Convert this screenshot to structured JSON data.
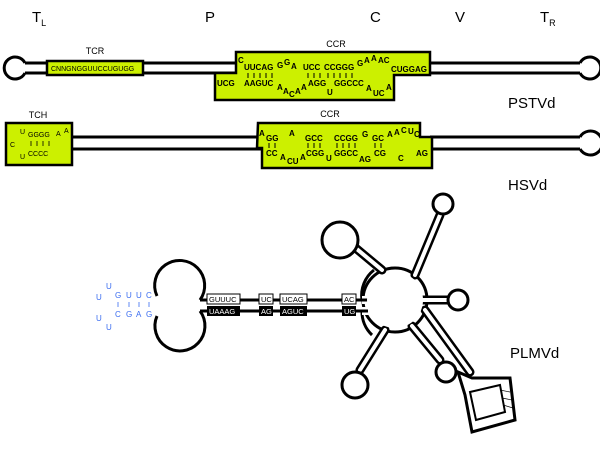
{
  "domains": {
    "tl": "T",
    "tl_sub": "L",
    "p": "P",
    "c": "C",
    "v": "V",
    "tr": "T",
    "tr_sub": "R"
  },
  "pstvd": {
    "name": "PSTVd",
    "tcr_label": "TCR",
    "tcr_seq": "CNNGNGGUUCCUGUGG",
    "ccr_label": "CCR",
    "top": [
      "C",
      "UUCAG",
      "G",
      "G",
      "A",
      "UCC",
      "CCGGG",
      "G",
      "A",
      "A",
      "AC",
      "CUGGAG"
    ],
    "bottom": [
      "UCG",
      "AAGUC",
      "A",
      "A",
      "C",
      "A",
      "A",
      "AGG",
      "U",
      "GGCCC",
      "A",
      "UC",
      "A"
    ]
  },
  "hsvd": {
    "name": "HSVd",
    "tch_label": "TCH",
    "ccr_label": "CCR",
    "tch": [
      "U",
      "GGGG",
      "A",
      "A",
      "C",
      "U",
      "CCCC"
    ],
    "top": [
      "A",
      "GG",
      "A",
      "GCC",
      "CCGG",
      "G",
      "GC",
      "A",
      "A",
      "C",
      "U",
      "C"
    ],
    "bottom": [
      "CC",
      "A",
      "CU",
      "A",
      "CGG",
      "U",
      "GGCC",
      "AG",
      "CG",
      "C",
      "AG"
    ]
  },
  "plmvd": {
    "name": "PLMVd",
    "hairpin_top": [
      "G",
      "U",
      "U",
      "C"
    ],
    "hairpin_bottom": [
      "C",
      "G",
      "A",
      "G"
    ],
    "loop": [
      "U",
      "U",
      "U",
      "U"
    ],
    "boxes_top": [
      "GUUUC",
      "UC",
      "UCAG",
      "AC"
    ],
    "boxes_bottom": [
      "UAAAG",
      "AG",
      "AGUC",
      "UG"
    ]
  },
  "colors": {
    "region_fill": "#ccf000",
    "hairpin": "#3a6cf0"
  }
}
